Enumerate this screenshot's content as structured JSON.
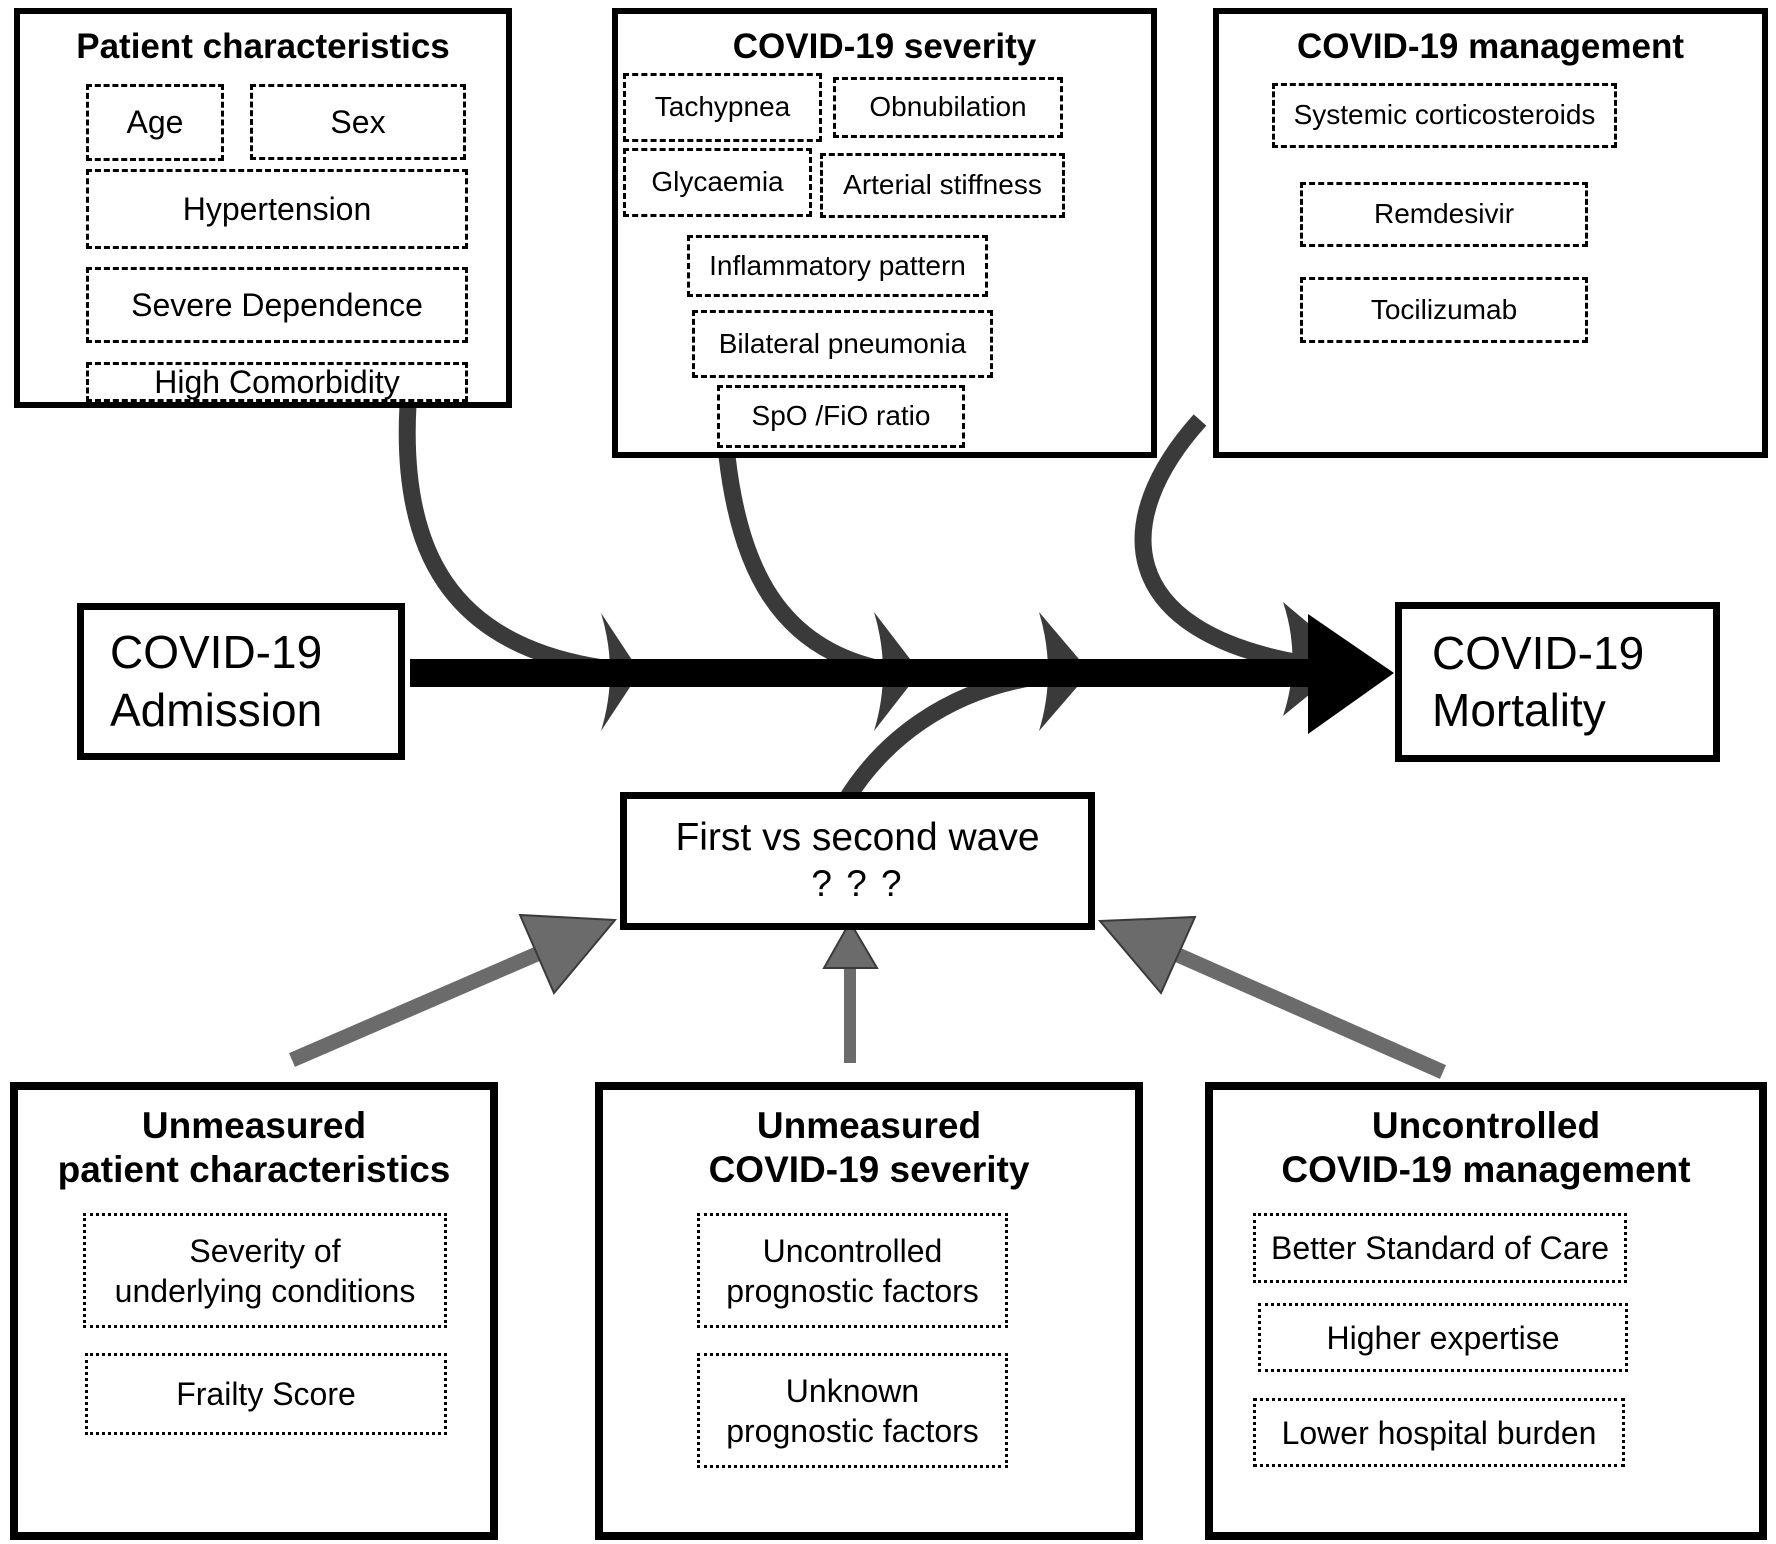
{
  "figure": {
    "top_boxes": [
      {
        "title": "Patient characteristics",
        "items": [
          "Age",
          "Sex",
          "Hypertension",
          "Severe Dependence",
          "High Comorbidity"
        ]
      },
      {
        "title": "COVID-19 severity",
        "items": [
          "Tachypnea",
          "Obnubilation",
          "Glycaemia",
          "Arterial stiffness",
          "Inflammatory pattern",
          "Bilateral pneumonia",
          "SpO /FiO  ratio"
        ]
      },
      {
        "title": "COVID-19 management",
        "items": [
          "Systemic corticosteroids",
          "Remdesivir",
          "Tocilizumab"
        ]
      }
    ],
    "exposure": {
      "line1": "COVID-19",
      "line2": "Admission"
    },
    "outcome": {
      "line1": "COVID-19",
      "line2": "Mortality"
    },
    "modifier": {
      "line1": "First vs second wave",
      "line2": "? ? ?"
    },
    "bottom_boxes": [
      {
        "title": "Unmeasured\npatient characteristics",
        "items": [
          "Severity of\nunderlying conditions",
          "Frailty Score"
        ]
      },
      {
        "title": "Unmeasured\nCOVID-19 severity",
        "items": [
          "Uncontrolled\nprognostic factors",
          "Unknown\nprognostic factors"
        ]
      },
      {
        "title": "Uncontrolled\nCOVID-19 management",
        "items": [
          "Better Standard of Care",
          "Higher expertise",
          "Lower hospital burden"
        ]
      }
    ],
    "colors": {
      "line_black": "#000000",
      "arrow_dark_gray": "#3a3a3a",
      "arrow_mid_gray": "#6b6b6b",
      "background": "#ffffff"
    }
  }
}
